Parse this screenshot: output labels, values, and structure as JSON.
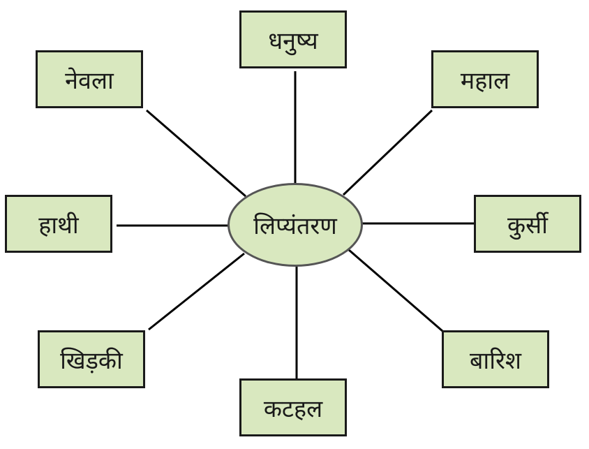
{
  "diagram": {
    "center": {
      "label": "लिप्यंतरण"
    },
    "nodes": [
      {
        "id": "top",
        "label": "धनुष्य"
      },
      {
        "id": "top-left",
        "label": "नेवला"
      },
      {
        "id": "top-right",
        "label": "महाल"
      },
      {
        "id": "left",
        "label": "हाथी"
      },
      {
        "id": "right",
        "label": "कुर्सी"
      },
      {
        "id": "bottom-left",
        "label": "खिड़की"
      },
      {
        "id": "bottom-right",
        "label": "बारिश"
      },
      {
        "id": "bottom",
        "label": "कटहल"
      }
    ]
  },
  "colors": {
    "box_fill": "#d9e8bf",
    "box_border": "#1a1a1a",
    "hub_border": "#555555",
    "line": "#000000"
  }
}
